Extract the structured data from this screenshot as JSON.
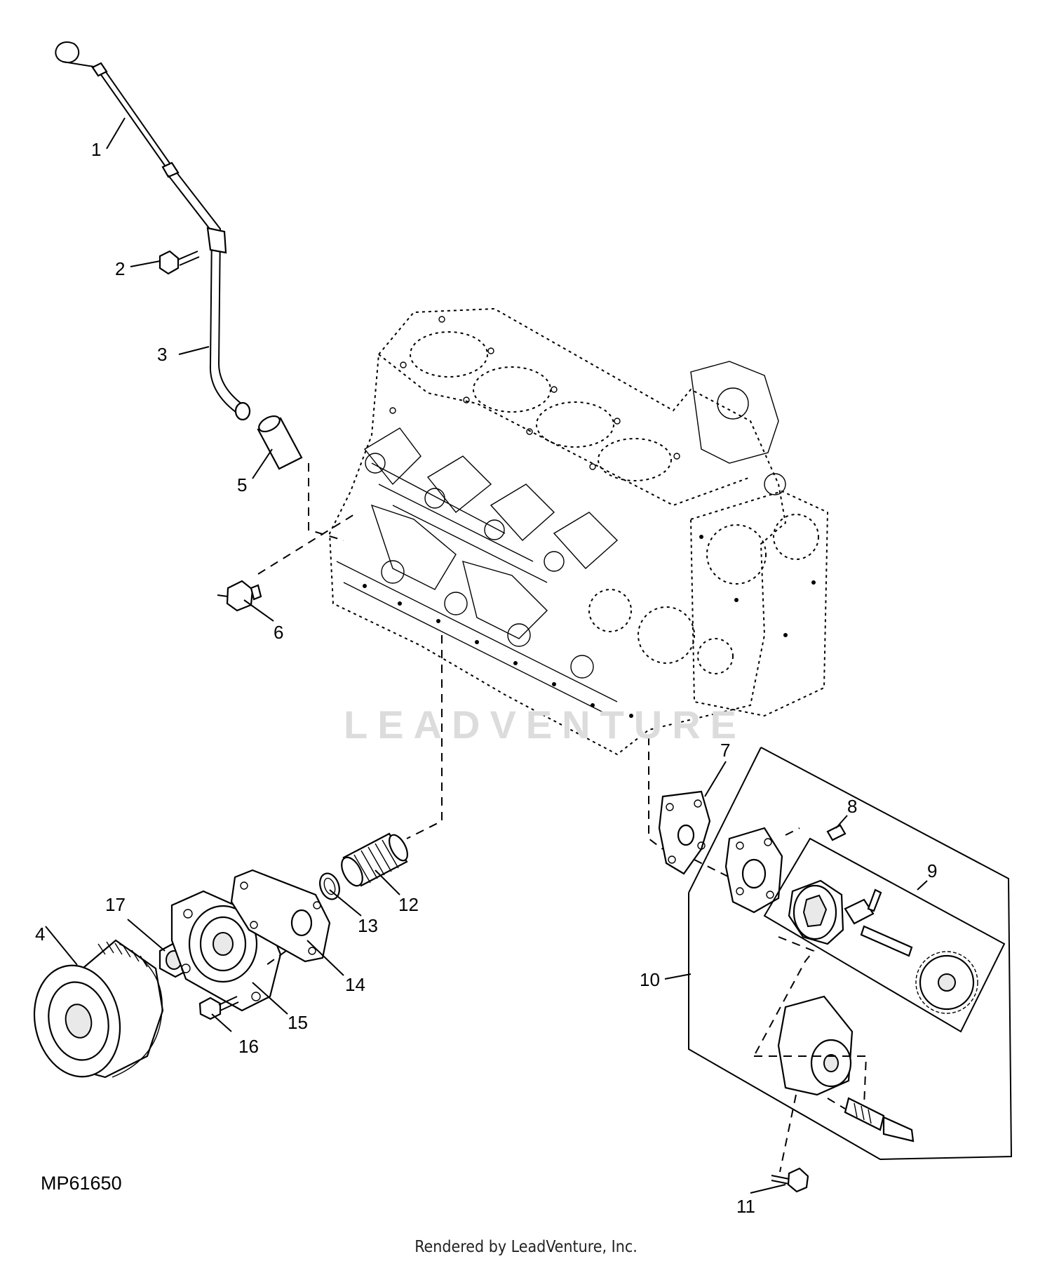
{
  "figure_id": "MP61650",
  "watermark": "LEADVENTURE",
  "footer": "Rendered by LeadVenture, Inc.",
  "callouts": [
    "1",
    "2",
    "3",
    "4",
    "5",
    "6",
    "7",
    "8",
    "9",
    "10",
    "11",
    "12",
    "13",
    "14",
    "15",
    "16",
    "17"
  ]
}
